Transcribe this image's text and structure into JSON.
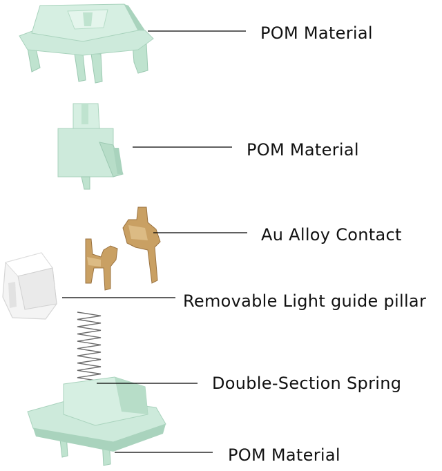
{
  "colors": {
    "pom": "#cdeadb",
    "pom_shadow": "#a9d3bd",
    "pom_light": "#e4f5ec",
    "gold": "#c9a063",
    "gold_shadow": "#9b7340",
    "spring": "#6b6b6b",
    "leader": "#000000"
  },
  "labels": [
    "POM Material",
    "POM Material",
    "Au Alloy Contact",
    "Removable Light guide pillar",
    "Double-Section Spring",
    "POM Material"
  ]
}
